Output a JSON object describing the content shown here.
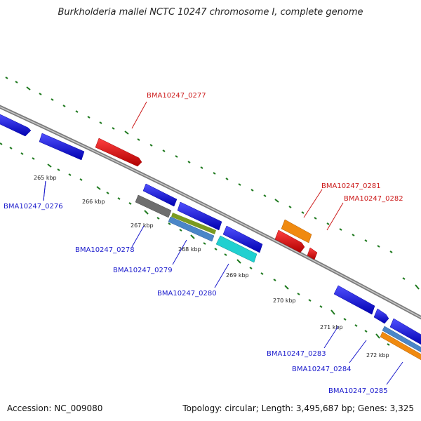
{
  "title": "Burkholderia mallei NCTC 10247 chromosome I, complete genome",
  "footer": {
    "accession": "Accession: NC_009080",
    "topology": "Topology: circular; Length: 3,495,687 bp; Genes: 3,325"
  },
  "colors": {
    "backbone": "#8a8a8a",
    "tick": "#1f7a1f",
    "blue_gene": "#1010e0",
    "red_gene": "#e01010",
    "orange_gene": "#f08a10",
    "gray_gene": "#707070",
    "olive_gene": "#7a9a20",
    "steel_gene": "#4a86c8",
    "cyan_gene": "#20d0d0",
    "blue_label": "#1a1acc",
    "red_label": "#cc1a1a"
  },
  "kbp_ticks": [
    "265 kbp",
    "266 kbp",
    "267 kbp",
    "268 kbp",
    "269 kbp",
    "270 kbp",
    "271 kbp",
    "272 kbp"
  ],
  "gene_labels": [
    {
      "text": "BMA10247_0276",
      "color": "blue"
    },
    {
      "text": "BMA10247_0277",
      "color": "red"
    },
    {
      "text": "BMA10247_0278",
      "color": "blue"
    },
    {
      "text": "BMA10247_0279",
      "color": "blue"
    },
    {
      "text": "BMA10247_0280",
      "color": "blue"
    },
    {
      "text": "BMA10247_0281",
      "color": "red"
    },
    {
      "text": "BMA10247_0282",
      "color": "red"
    },
    {
      "text": "BMA10247_0283",
      "color": "blue"
    },
    {
      "text": "BMA10247_0284",
      "color": "blue"
    },
    {
      "text": "BMA10247_0285",
      "color": "blue"
    }
  ]
}
